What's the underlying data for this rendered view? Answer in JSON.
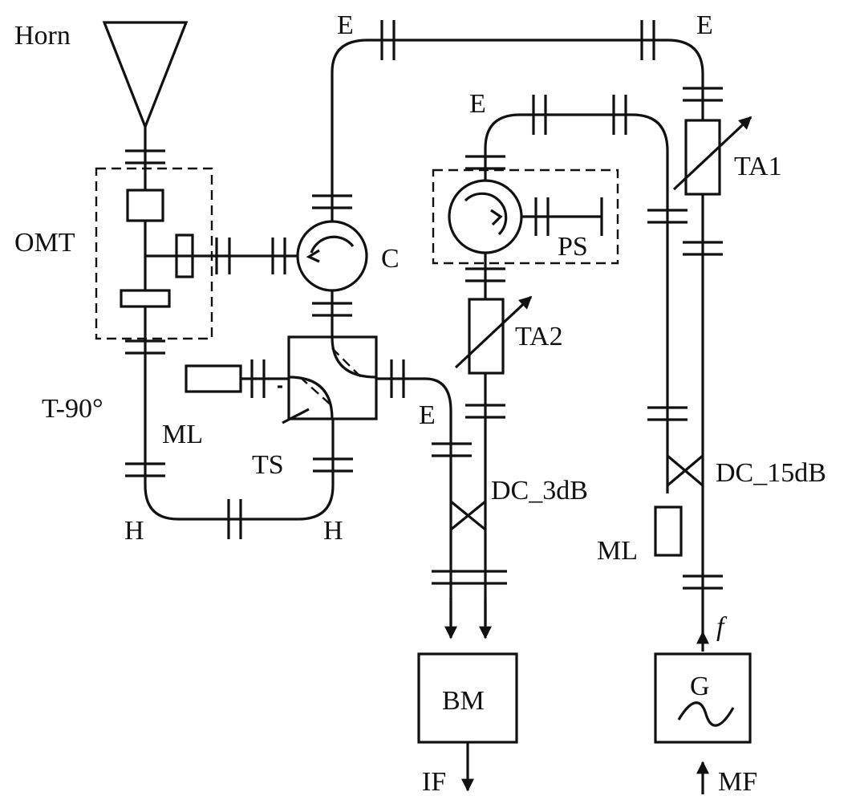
{
  "colors": {
    "ink": "#111111",
    "background": "#ffffff"
  },
  "labels": {
    "horn": "Horn",
    "omt": "OMT",
    "t90": "T-90°",
    "ml_left": "ML",
    "ts": "TS",
    "h_left": "H",
    "h_right": "H",
    "c": "C",
    "e_top_left": "E",
    "e_top_right": "E",
    "e_inner": "E",
    "e_lower": "E",
    "ps": "PS",
    "ta2": "TA2",
    "ta1": "TA1",
    "dc_3db": "DC_3dB",
    "dc_15db": "DC_15dB",
    "ml_right": "ML",
    "bm": "BM",
    "g": "G",
    "f": "f",
    "if": "IF",
    "mf": "MF"
  }
}
